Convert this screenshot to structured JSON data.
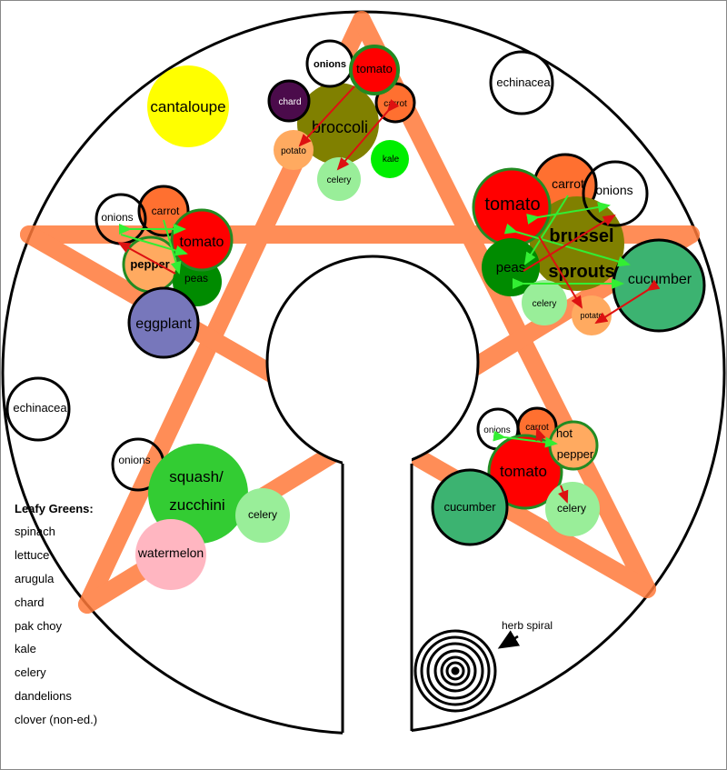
{
  "colors": {
    "star": "#ff7a3a",
    "tomato": "#ff0000",
    "tomato_ring": "#228b22",
    "carrot": "#ff7030",
    "broccoli": "#808000",
    "chard": "#4b0b4b",
    "potato": "#ffaa60",
    "celery": "#99ee99",
    "kale": "#00ee00",
    "peas": "#008b00",
    "pepper": "#ffaa60",
    "eggplant": "#7777bb",
    "cantaloupe": "#ffff00",
    "cucumber": "#3cb371",
    "squash": "#33cc33",
    "watermelon": "#ffb6c1",
    "arrow_red": "#dd1111",
    "arrow_green": "#33ee33"
  },
  "labels": {
    "cantaloupe": "cantaloupe",
    "echinacea_top": "echinacea",
    "echinacea_left": "echinacea",
    "herb_spiral": "herb spiral"
  },
  "top_cluster": {
    "onions": "onions",
    "tomato": "tomato",
    "chard": "chard",
    "carrot": "carrot",
    "broccoli": "broccoli",
    "potato": "potato",
    "kale": "kale",
    "celery": "celery"
  },
  "left_cluster": {
    "onions": "onions",
    "carrot": "carrot",
    "tomato": "tomato",
    "pepper": "pepper",
    "peas": "peas",
    "eggplant": "eggplant"
  },
  "right_cluster": {
    "carrot": "carrot",
    "onions": "onions",
    "tomato": "tomato",
    "brussel": "brussel",
    "sprouts": "sprouts",
    "peas": "peas",
    "cucumber": "cucumber",
    "celery": "celery",
    "potato": "potato"
  },
  "lower_right_cluster": {
    "onions": "onions",
    "carrot": "carrot",
    "hot": "hot",
    "pepper": "pepper",
    "tomato": "tomato",
    "cucumber": "cucumber",
    "celery": "celery"
  },
  "lower_left_cluster": {
    "onions": "onions",
    "squash": "squash/",
    "zucchini": "zucchini",
    "celery": "celery",
    "watermelon": "watermelon"
  },
  "leafy_greens": {
    "title": "Leafy Greens:",
    "items": [
      "spinach",
      "lettuce",
      "arugula",
      "chard",
      "pak choy",
      "kale",
      "celery",
      "dandelions",
      "clover (non-ed.)"
    ]
  }
}
